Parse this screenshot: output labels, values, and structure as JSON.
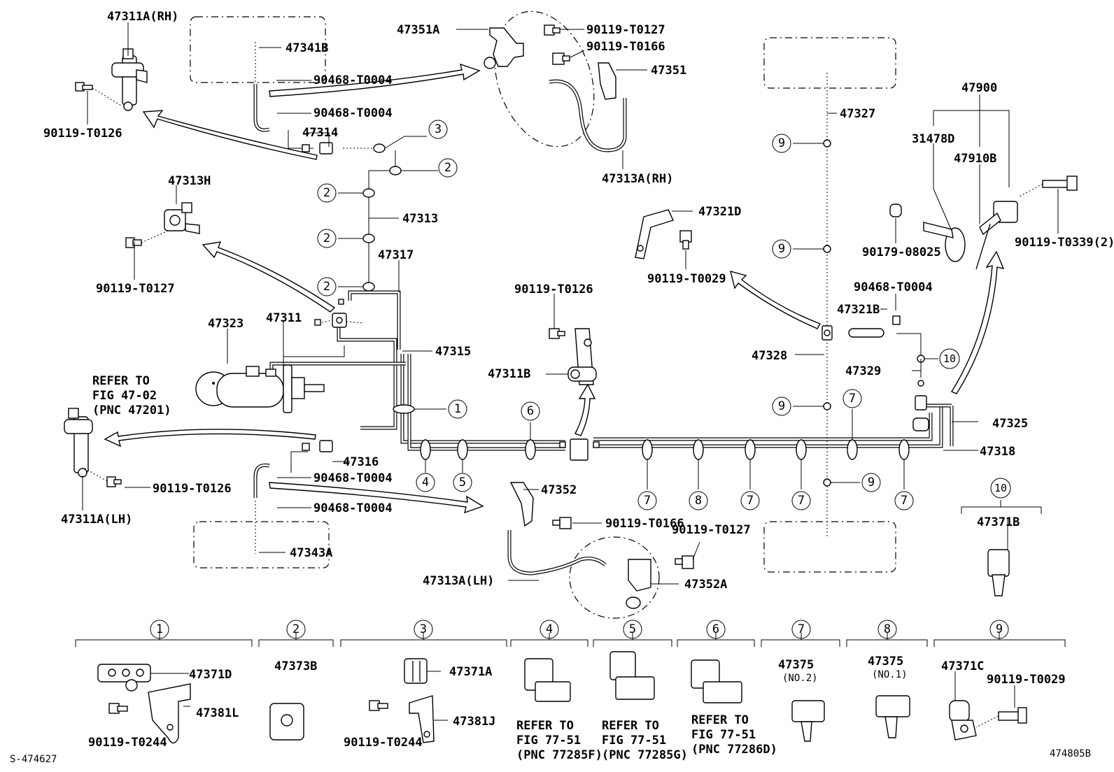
{
  "labels": {
    "p47311A_RH": "47311A(RH)",
    "p47341B": "47341B",
    "p90468_1": "90468-T0004",
    "p90468_2": "90468-T0004",
    "p90119_T0126_top": "90119-T0126",
    "p47314": "47314",
    "p47351A": "47351A",
    "p90119_T0127_top": "90119-T0127",
    "p90119_T0166_top": "90119-T0166",
    "p47351": "47351",
    "p47313A_RH": "47313A(RH)",
    "p47313H": "47313H",
    "p90119_T0127_left": "90119-T0127",
    "p47313": "47313",
    "p47317": "47317",
    "p47323": "47323",
    "p47311": "47311",
    "p47315": "47315",
    "refer1_l1": "REFER TO",
    "refer1_l2": "FIG 47-02",
    "refer1_l3": "(PNC 47201)",
    "p90119_T0126_mid": "90119-T0126",
    "p47311B": "47311B",
    "p47316": "47316",
    "p90468_3": "90468-T0004",
    "p90468_4": "90468-T0004",
    "p90119_T0126_lh": "90119-T0126",
    "p47311A_LH": "47311A(LH)",
    "p47343A": "47343A",
    "p47352": "47352",
    "p90119_T0166_bot": "90119-T0166",
    "p90119_T0127_bot": "90119-T0127",
    "p47313A_LH": "47313A(LH)",
    "p47352A": "47352A",
    "p47321D": "47321D",
    "p90119_T0029_mid": "90119-T0029",
    "p47327": "47327",
    "p47900": "47900",
    "p31478D": "31478D",
    "p47910B": "47910B",
    "p90179_08025": "90179-08025",
    "p90119_T0339": "90119-T0339(2)",
    "p90468_5": "90468-T0004",
    "p47321B": "47321B",
    "p47328": "47328",
    "p47329": "47329",
    "p47325": "47325",
    "p47318": "47318",
    "p47371B": "47371B",
    "p47371D": "47371D",
    "p47381L": "47381L",
    "p90119_T0244_a": "90119-T0244",
    "p47373B": "47373B",
    "p47371A": "47371A",
    "p47381J": "47381J",
    "p90119_T0244_b": "90119-T0244",
    "refer4_l1": "REFER TO",
    "refer4_l2": "FIG 77-51",
    "refer4_l3": "(PNC 77285F)",
    "refer5_l1": "REFER TO",
    "refer5_l2": "FIG 77-51",
    "refer5_l3": "(PNC 77285G)",
    "refer6_l1": "REFER TO",
    "refer6_l2": "FIG 77-51",
    "refer6_l3": "(PNC 77286D)",
    "p47375_a": "47375",
    "p47375_a_sub": "(NO.2)",
    "p47375_b": "47375",
    "p47375_b_sub": "(NO.1)",
    "p47371C": "47371C",
    "p90119_T0029_bot": "90119-T0029",
    "code_left": "S-474627",
    "code_right": "474805B"
  },
  "callouts": [
    "1",
    "2",
    "3",
    "4",
    "5",
    "6",
    "7",
    "8",
    "9",
    "10"
  ]
}
